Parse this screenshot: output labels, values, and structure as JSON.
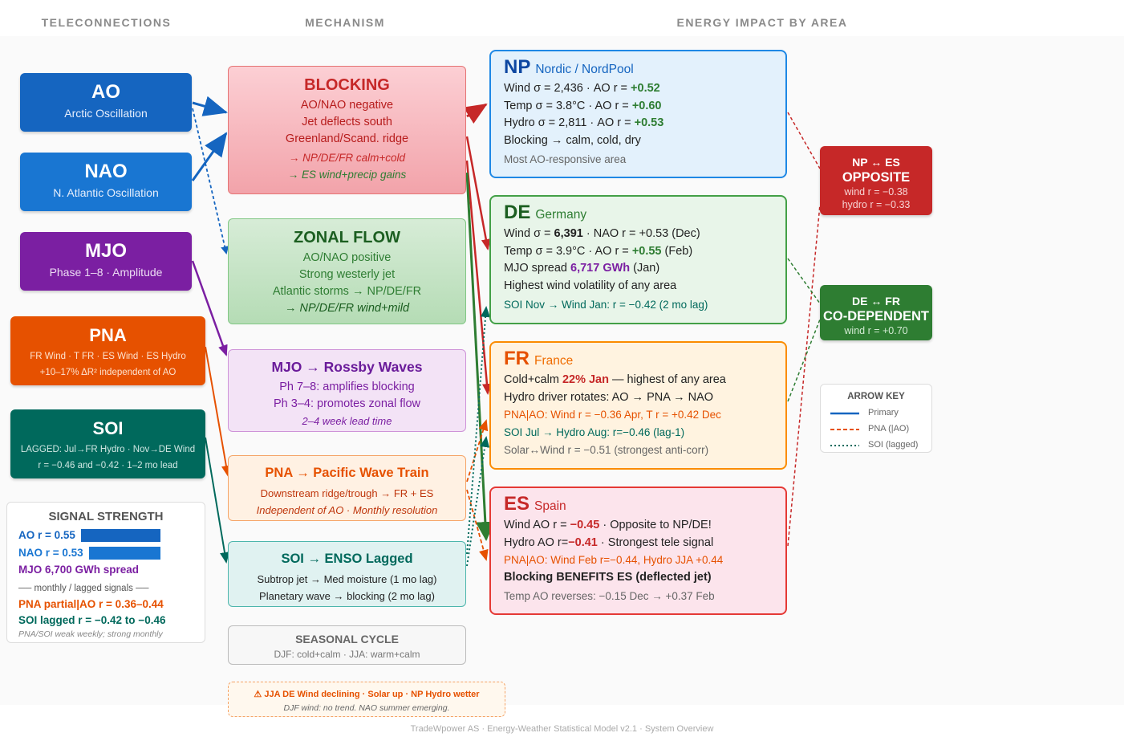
{
  "headers": {
    "left": "TELECONNECTIONS",
    "mid": "MECHANISM",
    "right": "ENERGY IMPACT BY AREA"
  },
  "teleconnections": [
    {
      "code": "AO",
      "desc": "Arctic Oscillation"
    },
    {
      "code": "NAO",
      "desc": "N. Atlantic Oscillation"
    },
    {
      "code": "MJO",
      "desc": "Phase 1–8 · Amplitude"
    },
    {
      "code": "PNA",
      "desc1": "FR Wind · T FR · ES Wind · ES Hydro",
      "desc2": "+10–17% ΔR² independent of AO"
    },
    {
      "code": "SOI",
      "desc1": "LAGGED: Jul→FR Hydro · Nov→DE Wind",
      "desc2": "r = −0.46 and −0.42 · 1–2 mo lead"
    }
  ],
  "signal_strength": {
    "title": "SIGNAL STRENGTH",
    "ao": "AO r = 0.55",
    "ao_value": 0.55,
    "nao": "NAO r = 0.53",
    "nao_value": 0.53,
    "mjo": "MJO 6,700 GWh spread",
    "divider": "── monthly / lagged signals ──",
    "pna": "PNA partial|AO r = 0.36–0.44",
    "soi": "SOI lagged r = −0.42 to −0.46",
    "note": "PNA/SOI weak weekly; strong monthly"
  },
  "mechanisms": {
    "blocking": {
      "title": "BLOCKING",
      "l1": "AO/NAO negative",
      "l2": "Jet deflects south",
      "l3": "Greenland/Scand. ridge",
      "l4": "→ NP/DE/FR calm+cold",
      "l5": "→ ES wind+precip gains"
    },
    "zonal": {
      "title": "ZONAL FLOW",
      "l1": "AO/NAO positive",
      "l2": "Strong westerly jet",
      "l3": "Atlantic storms → NP/DE/FR",
      "l4": "→ NP/DE/FR wind+mild"
    },
    "mjo": {
      "title": "MJO → Rossby Waves",
      "l1": "Ph 7–8: amplifies blocking",
      "l2": "Ph 3–4: promotes zonal flow",
      "l3": "2–4 week lead time"
    },
    "pna": {
      "title": "PNA → Pacific Wave Train",
      "l1": "Downstream ridge/trough → FR + ES",
      "l2": "Independent of AO · Monthly resolution"
    },
    "soi": {
      "title": "SOI → ENSO Lagged",
      "l1": "Subtrop jet → Med moisture (1 mo lag)",
      "l2": "Planetary wave → blocking (2 mo lag)"
    },
    "seasonal": {
      "title": "SEASONAL CYCLE",
      "l1": "DJF: cold+calm · JJA: warm+calm"
    },
    "warning": {
      "l1": "⚠ JJA DE Wind declining · Solar up · NP Hydro wetter",
      "l2": "DJF wind: no trend. NAO summer emerging."
    }
  },
  "areas": {
    "np": {
      "code": "NP",
      "name": "Nordic / NordPool",
      "l1a": "Wind σ = 2,436 · AO r = ",
      "l1b": "+0.52",
      "l2a": "Temp σ = 3.8°C · AO r = ",
      "l2b": "+0.60",
      "l3a": "Hydro σ = 2,811 · AO r = ",
      "l3b": "+0.53",
      "l4": "Blocking → calm, cold, dry",
      "l5": "Most AO-responsive area"
    },
    "de": {
      "code": "DE",
      "name": "Germany",
      "l1a": "Wind σ = ",
      "l1b": "6,391",
      "l1c": " · NAO r = +0.53 (Dec)",
      "l2a": "Temp σ = 3.9°C · AO r = ",
      "l2b": "+0.55",
      "l2c": " (Feb)",
      "l3a": "MJO spread ",
      "l3b": "6,717 GWh",
      "l3c": " (Jan)",
      "l4": "Highest wind volatility of any area",
      "l5": "SOI Nov → Wind Jan: r = −0.42 (2 mo lag)"
    },
    "fr": {
      "code": "FR",
      "name": "France",
      "l1a": "Cold+calm ",
      "l1b": "22% Jan",
      "l1c": " — highest of any area",
      "l2": "Hydro driver rotates: AO → PNA → NAO",
      "l3": "PNA|AO: Wind r = −0.36 Apr, T r = +0.42 Dec",
      "l4": "SOI Jul → Hydro Aug: r=−0.46 (lag-1)",
      "l5": "Solar↔Wind r = −0.51 (strongest anti-corr)"
    },
    "es": {
      "code": "ES",
      "name": "Spain",
      "l1a": "Wind AO r = ",
      "l1b": "−0.45",
      "l1c": " · Opposite to NP/DE!",
      "l2a": "Hydro AO r=",
      "l2b": "−0.41",
      "l2c": " · Strongest tele signal",
      "l3": "PNA|AO: Wind Feb r=−0.44, Hydro JJA +0.44",
      "l4": "Blocking BENEFITS ES (deflected jet)",
      "l5": "Temp AO reverses: −0.15 Dec → +0.37 Feb"
    }
  },
  "pairs": {
    "np_es": {
      "t1": "NP ↔ ES",
      "t2": "OPPOSITE",
      "l1": "wind r = −0.38",
      "l2": "hydro r = −0.33"
    },
    "de_fr": {
      "t1": "DE ↔ FR",
      "t2": "CO-DEPENDENT",
      "l1": "wind r = +0.70"
    }
  },
  "arrow_key": {
    "title": "ARROW KEY",
    "primary": "Primary",
    "pna": "PNA (|AO)",
    "soi": "SOI (lagged)"
  },
  "footer": "TradeWpower AS · Energy-Weather Statistical Model v2.1 · System Overview",
  "colors": {
    "ao": "#1565c0",
    "nao": "#1976d2",
    "mjo": "#7b1fa2",
    "pna": "#e65100",
    "soi": "#00695c",
    "red": "#c62828",
    "green": "#2e7d32"
  }
}
